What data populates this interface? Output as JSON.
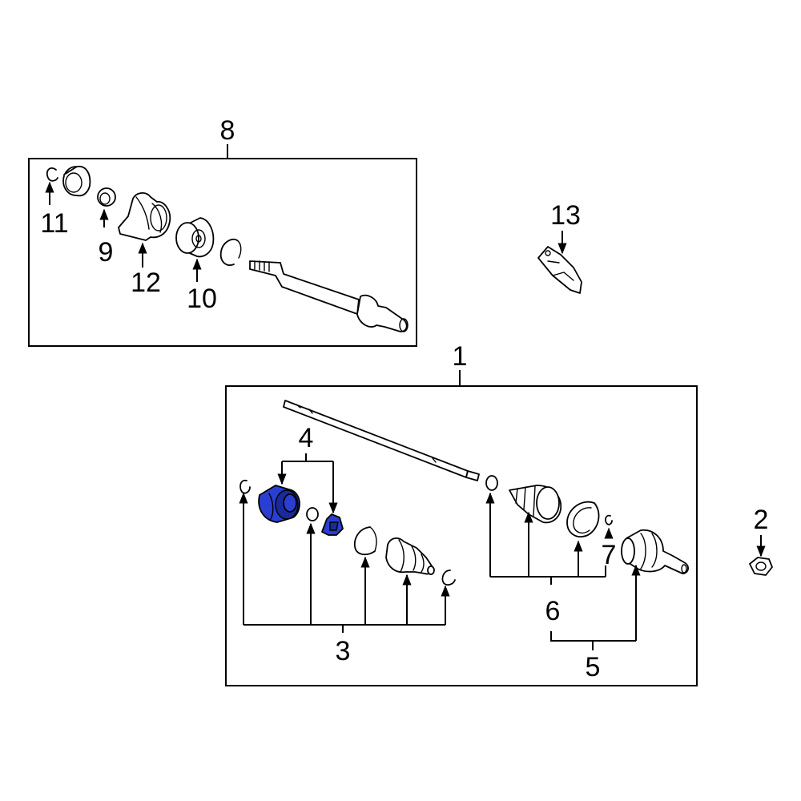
{
  "callouts": {
    "n1": "1",
    "n2": "2",
    "n3": "3",
    "n4": "4",
    "n5": "5",
    "n6": "6",
    "n7": "7",
    "n8": "8",
    "n9": "9",
    "n10": "10",
    "n11": "11",
    "n12": "12",
    "n13": "13"
  },
  "colors": {
    "highlight": "#2a3fd1",
    "highlight_dark": "#1a2a9a"
  }
}
